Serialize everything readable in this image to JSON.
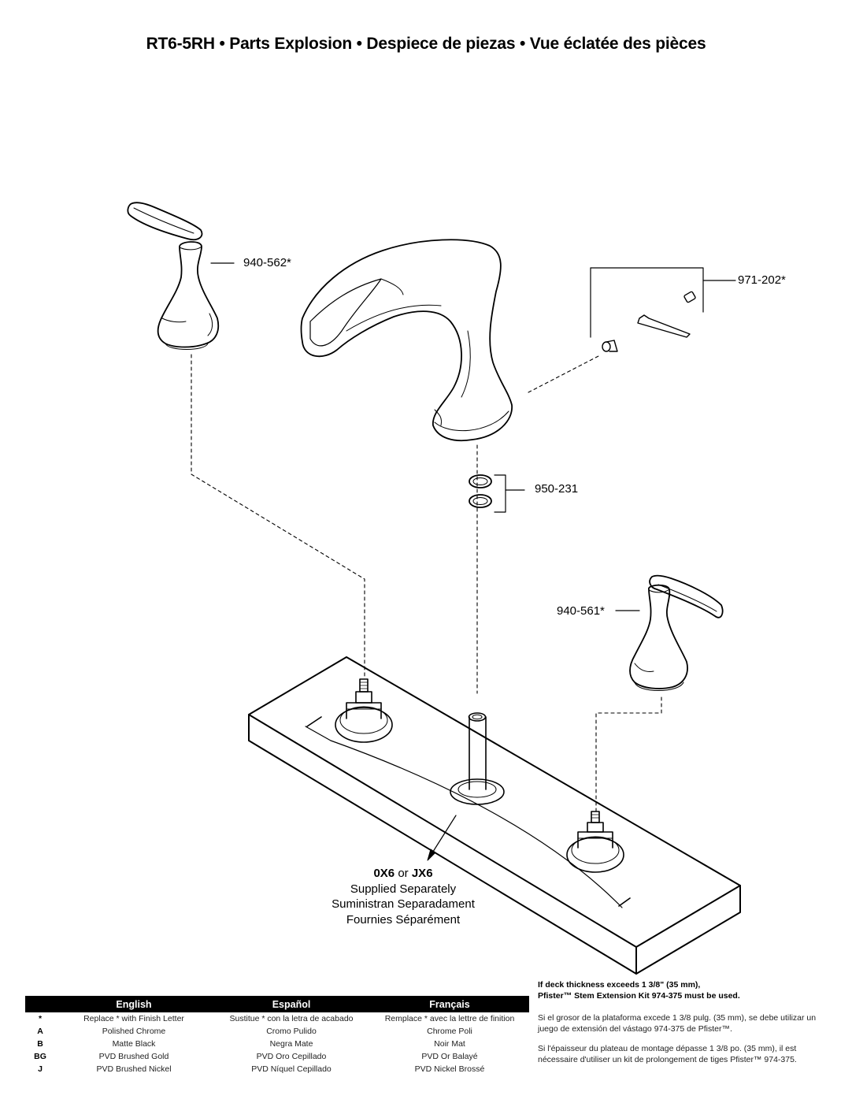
{
  "title": "RT6-5RH • Parts Explosion • Despiece de piezas • Vue éclatée des pièces",
  "parts": {
    "left_handle": "940-562*",
    "right_handle": "940-561*",
    "set_screw_kit": "971-202*",
    "o_rings": "950-231"
  },
  "valve_note": {
    "codes_a": "0X6",
    "or_word": " or ",
    "codes_b": "JX6",
    "line_en": "Supplied Separately",
    "line_es": "Suministran Separadament",
    "line_fr": "Fournies Séparément"
  },
  "finish_table": {
    "headers": [
      "",
      "English",
      "Español",
      "Français"
    ],
    "rows": [
      {
        "code": "*",
        "en": "Replace * with Finish Letter",
        "es": "Sustitue * con la letra de acabado",
        "fr": "Remplace * avec la lettre de finition"
      },
      {
        "code": "A",
        "en": "Polished Chrome",
        "es": "Cromo Pulido",
        "fr": "Chrome Poli"
      },
      {
        "code": "B",
        "en": "Matte Black",
        "es": "Negra Mate",
        "fr": "Noir Mat"
      },
      {
        "code": "BG",
        "en": "PVD Brushed Gold",
        "es": "PVD Oro Cepillado",
        "fr": "PVD Or Balayé"
      },
      {
        "code": "J",
        "en": "PVD Brushed Nickel",
        "es": "PVD Níquel Cepillado",
        "fr": "PVD Nickel Brossé"
      }
    ]
  },
  "notes": {
    "en_line1": "If deck thickness exceeds 1 3/8\" (35 mm),",
    "en_line2": "Pfister™ Stem Extension Kit 974-375 must be used.",
    "es": "Si el grosor de la plataforma excede 1 3/8 pulg. (35 mm), se debe utilizar un juego de extensión del vástago 974-375 de Pfister™.",
    "fr": "Si l'épaisseur du plateau de montage dépasse 1 3/8 po. (35 mm), il est nécessaire d'utiliser un kit de prolongement de tiges Pfister™ 974-375."
  }
}
